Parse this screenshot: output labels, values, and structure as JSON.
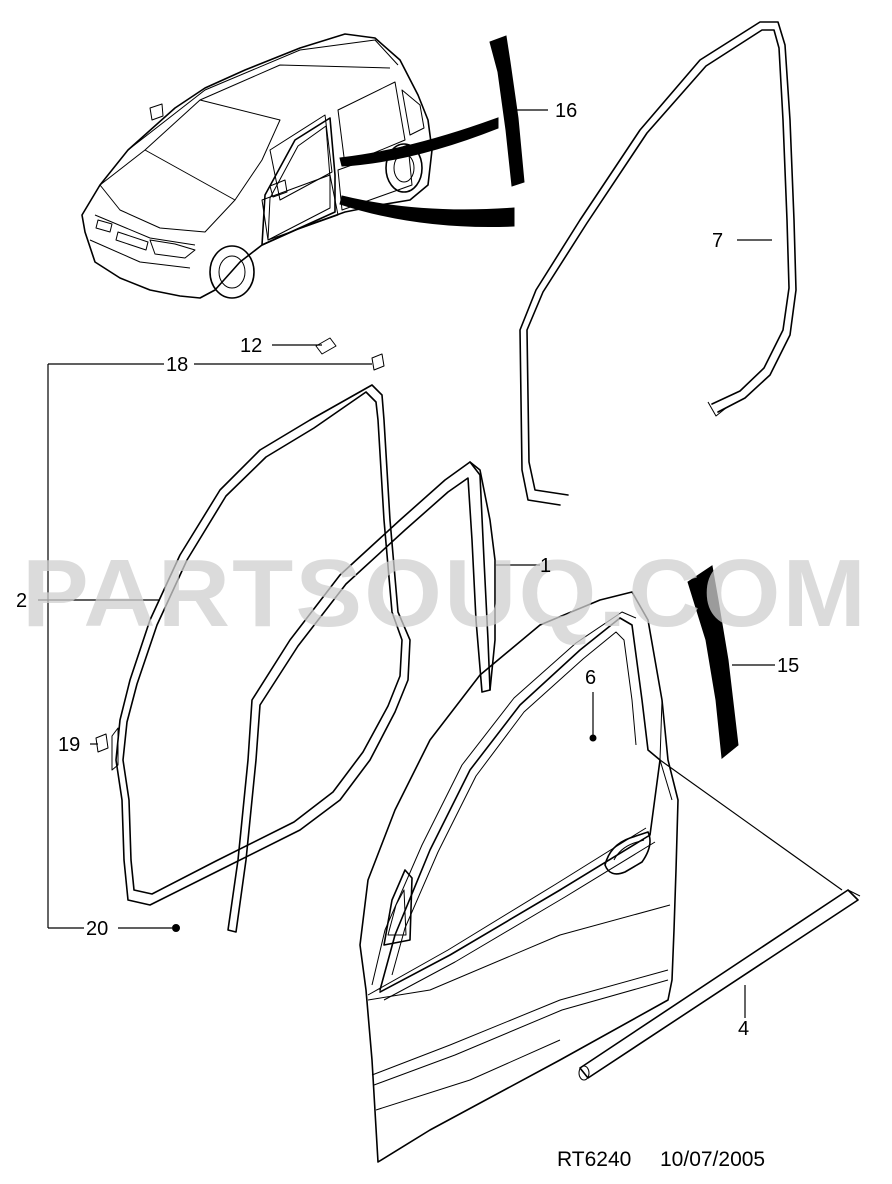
{
  "watermark": "PARTSOUQ.COM",
  "drawing_ref": "RT6240",
  "drawing_date": "10/07/2005",
  "callouts": {
    "c1": "1",
    "c2": "2",
    "c4": "4",
    "c6": "6",
    "c7": "7",
    "c12": "12",
    "c15": "15",
    "c16": "16",
    "c18": "18",
    "c19": "19",
    "c20": "20"
  }
}
